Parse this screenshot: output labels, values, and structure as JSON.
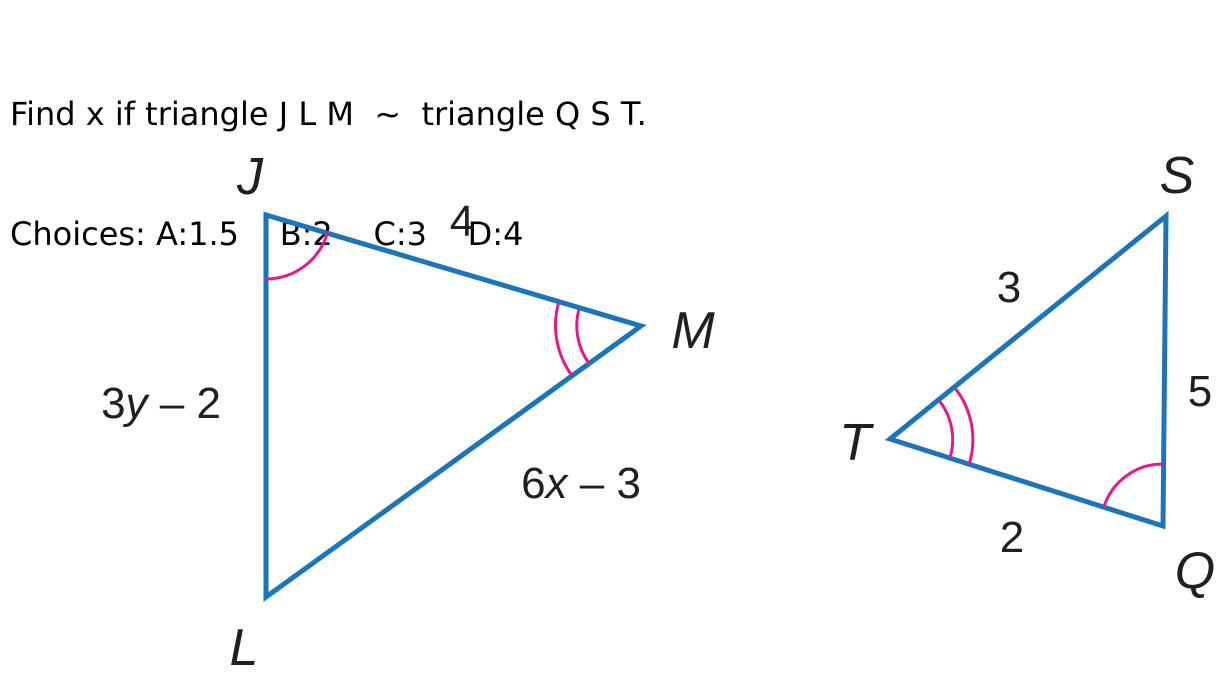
{
  "question": {
    "line1": "Find x if triangle J L M  ~  triangle Q S T.",
    "line2": "Choices: A:1.5    B:2    C:3    D:4"
  },
  "figure": {
    "triangle_left": {
      "vertices": {
        "J": "J",
        "L": "L",
        "M": "M"
      },
      "sides": {
        "JM": "4",
        "JL": {
          "coef": "3",
          "var": "y",
          "rest": " – 2"
        },
        "LM": {
          "coef": "6",
          "var": "x",
          "rest": " – 3"
        }
      }
    },
    "triangle_right": {
      "vertices": {
        "S": "S",
        "T": "T",
        "Q": "Q"
      },
      "sides": {
        "ST": "3",
        "SQ": "5",
        "TQ": "2"
      }
    },
    "colors": {
      "triangle_stroke": "#1a75bc",
      "angle_mark": "#e6198c",
      "label_text": "#231f20"
    }
  }
}
